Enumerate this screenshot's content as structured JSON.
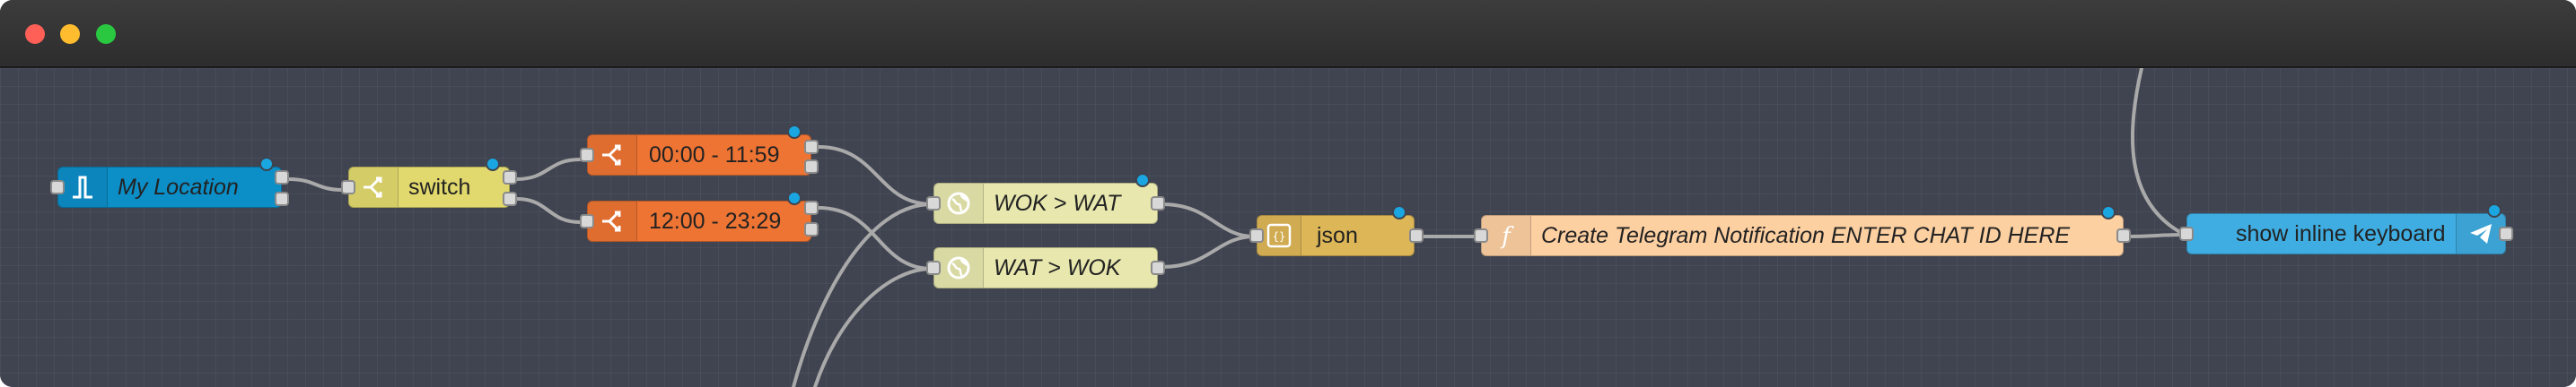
{
  "window": {
    "traffic_lights": [
      {
        "name": "close",
        "color": "#fe5f57"
      },
      {
        "name": "minimize",
        "color": "#febc2e"
      },
      {
        "name": "zoom",
        "color": "#29c840"
      }
    ]
  },
  "colors": {
    "canvas": "#3f4450",
    "wire": "#a9a9a9",
    "changed_indicator": "#1aa6e0",
    "location_node": "#0c8ec7",
    "switch_node": "#e2d96e",
    "time_range_node": "#ee7434",
    "geo_node": "#e7e7ae",
    "json_node": "#ddb657",
    "function_node": "#fdd0a2",
    "telegram_node": "#3fade1"
  },
  "flow": {
    "nodes": [
      {
        "id": "my-location",
        "label": "My Location",
        "icon": "location-input-icon"
      },
      {
        "id": "switch",
        "label": "switch",
        "icon": "switch-icon"
      },
      {
        "id": "time-am",
        "label": "00:00 - 11:59",
        "icon": "time-switch-icon"
      },
      {
        "id": "time-pm",
        "label": "12:00 - 23:29",
        "icon": "time-switch-icon"
      },
      {
        "id": "wok-wat",
        "label": "WOK > WAT",
        "icon": "globe-icon"
      },
      {
        "id": "wat-wok",
        "label": "WAT > WOK",
        "icon": "globe-icon"
      },
      {
        "id": "json",
        "label": "json",
        "icon": "json-icon"
      },
      {
        "id": "function",
        "label": "Create Telegram Notification ENTER CHAT ID HERE",
        "icon": "function-icon"
      },
      {
        "id": "telegram",
        "label": "show inline keyboard",
        "icon": "telegram-icon"
      }
    ]
  }
}
